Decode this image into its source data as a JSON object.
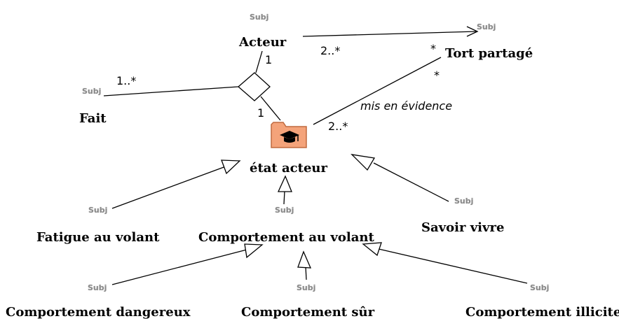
{
  "nodes": {
    "acteur": {
      "label": "Acteur",
      "stereotype": "Subj"
    },
    "tort_partage": {
      "label": "Tort partagé",
      "stereotype": "Subj"
    },
    "fait": {
      "label": "Fait",
      "stereotype": "Subj"
    },
    "etat_acteur": {
      "label": "état acteur",
      "icon": "graduation-cap-folder-icon"
    },
    "fatigue": {
      "label": "Fatigue au volant",
      "stereotype": "Subj"
    },
    "comportement_volant": {
      "label": "Comportement au volant",
      "stereotype": "Subj"
    },
    "savoir_vivre": {
      "label": "Savoir vivre",
      "stereotype": "Subj"
    },
    "dangereux": {
      "label": "Comportement dangereux",
      "stereotype": "Subj"
    },
    "sur": {
      "label": "Comportement sûr",
      "stereotype": "Subj"
    },
    "illicite": {
      "label": "Comportement illicite",
      "stereotype": "Subj"
    }
  },
  "associations": {
    "acteur_tort": {
      "multiplicity_source": "2..*",
      "multiplicity_target": "*"
    },
    "acteur_diamond": {
      "multiplicity": "1"
    },
    "fait_diamond": {
      "multiplicity": "1..*"
    },
    "etat_diamond": {
      "multiplicity": "1"
    },
    "etat_tort": {
      "name": "mis en évidence",
      "multiplicity_source": "2..*",
      "multiplicity_target": "*"
    }
  },
  "colors": {
    "line": "#000000",
    "folder_fill": "#f4a37a",
    "folder_stroke": "#c06a3f",
    "stereotype_text": "#8a8a8a"
  }
}
